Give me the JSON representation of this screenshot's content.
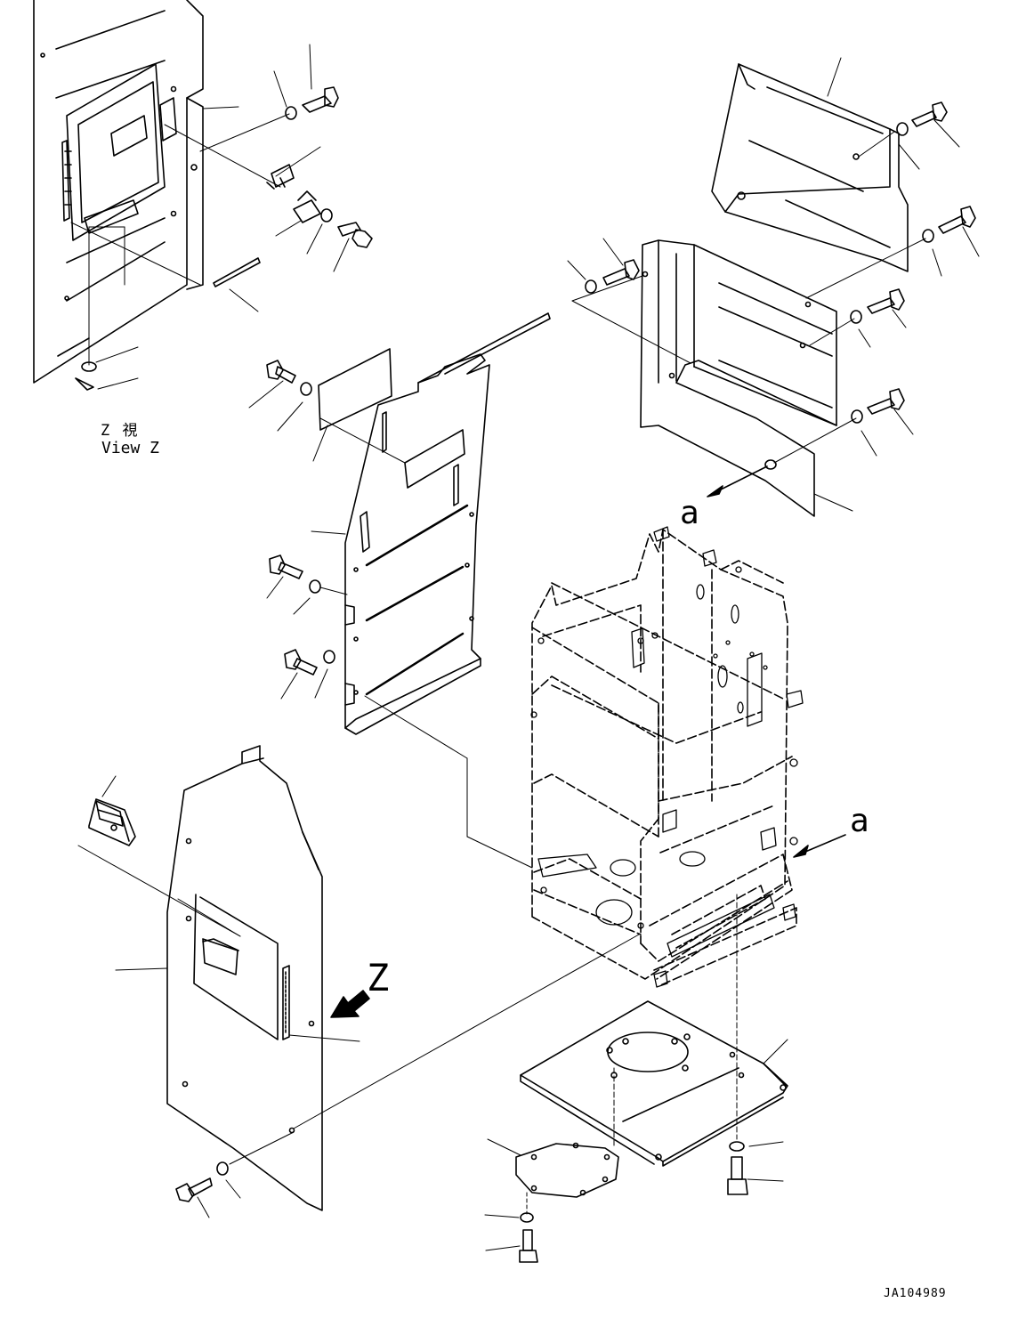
{
  "diagram": {
    "labels": {
      "view_z_jp": "Z 視",
      "view_z_en": "View Z",
      "arrow_a_upper": "a",
      "arrow_a_lower": "a",
      "arrow_z": "Z",
      "drawing_id": "JA104989"
    },
    "colors": {
      "line": "#000000",
      "background": "#ffffff"
    }
  }
}
